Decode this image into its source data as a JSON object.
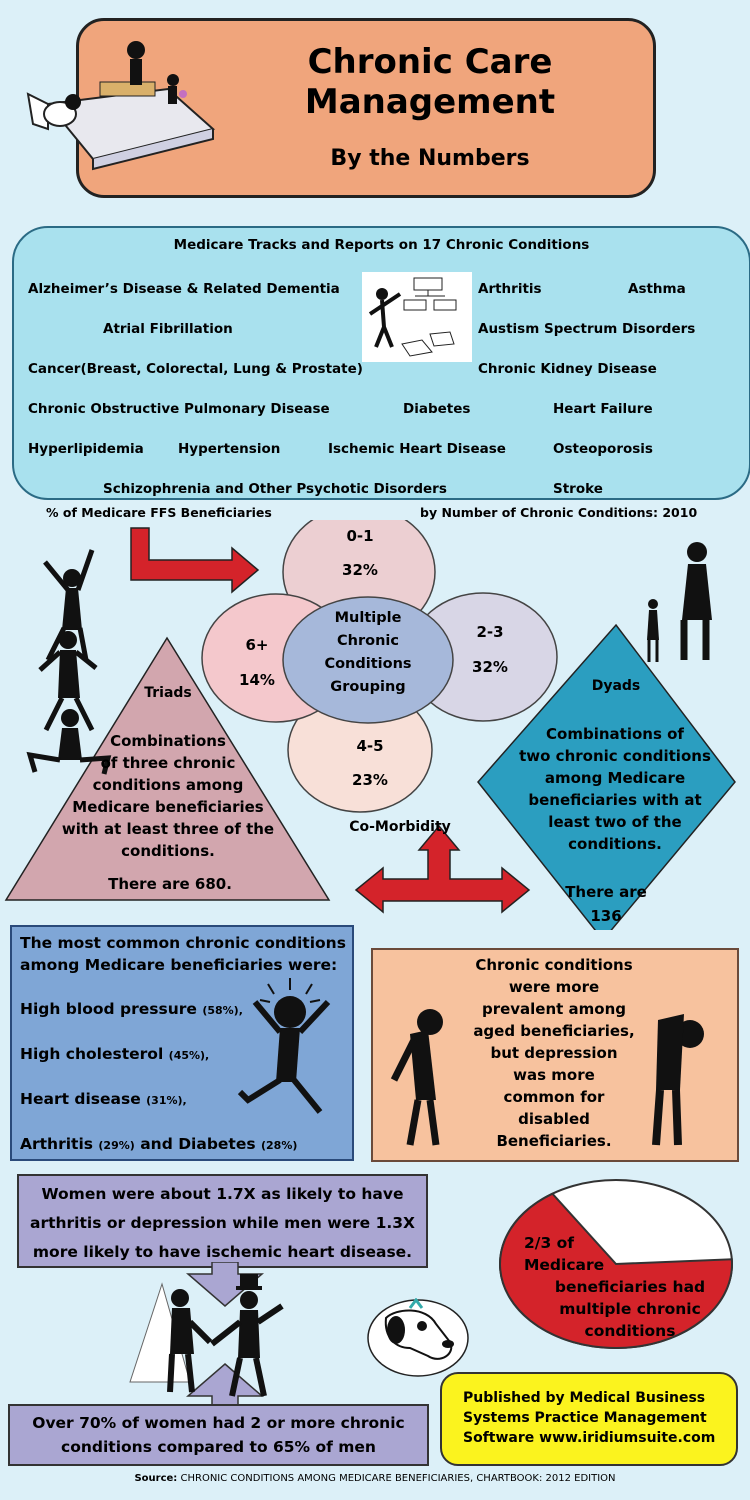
{
  "title": {
    "line1": "Chronic Care",
    "line2": "Management",
    "subtitle": "By the Numbers"
  },
  "conditions": {
    "heading": "Medicare Tracks and Reports on 17 Chronic Conditions",
    "items": [
      "Alzheimer’s Disease & Related Dementia",
      "Arthritis",
      "Asthma",
      "Atrial Fibrillation",
      "Austism Spectrum Disorders",
      "Cancer(Breast, Colorectal, Lung & Prostate)",
      "Chronic Kidney Disease",
      "Chronic Obstructive Pulmonary Disease",
      "Diabetes",
      "Heart Failure",
      "Hyperlipidemia",
      "Hypertension",
      "Ischemic Heart Disease",
      "Osteoporosis",
      "Schizophrenia and Other Psychotic Disorders",
      "Stroke"
    ]
  },
  "ffs": {
    "left_label": "% of Medicare FFS Beneficiaries",
    "right_label": "by Number of Chronic Conditions: 2010"
  },
  "grouping": {
    "center": [
      "Multiple",
      "Chronic",
      "Conditions",
      "Grouping"
    ],
    "petals": [
      {
        "range": "0-1",
        "pct": "32%",
        "color": "#eccfd2"
      },
      {
        "range": "2-3",
        "pct": "32%",
        "color": "#d8d6e6"
      },
      {
        "range": "4-5",
        "pct": "23%",
        "color": "#f8e0d8"
      },
      {
        "range": "6+",
        "pct": "14%",
        "color": "#f4c8cc"
      }
    ],
    "center_color": "#a6b8da",
    "comorbidity": "Co-Morbidity"
  },
  "triads": {
    "title": "Triads",
    "lines": [
      "Combinations",
      "of three chronic",
      "conditions among",
      "Medicare beneficiaries",
      "with at least three of the",
      "conditions."
    ],
    "count": "There are 680."
  },
  "dyads": {
    "title": "Dyads",
    "lines": [
      "Combinations of",
      "two chronic conditions",
      "among Medicare",
      "beneficiaries with at",
      "least two of the",
      "conditions."
    ],
    "count_line1": "There are",
    "count_line2": "136"
  },
  "common": {
    "heading": [
      "The most common chronic conditions",
      "among Medicare beneficiaries were:"
    ],
    "items": [
      {
        "name": "High blood pressure",
        "pct": "(58%),"
      },
      {
        "name": "High cholesterol",
        "pct": "(45%),"
      },
      {
        "name": "Heart disease",
        "pct": "(31%),"
      }
    ],
    "last_name1": "Arthritis",
    "last_pct1": "(29%)",
    "last_and": "and Diabetes",
    "last_pct2": "(28%)"
  },
  "aged": {
    "lines": [
      "Chronic conditions",
      "were more",
      "prevalent among",
      "aged beneficiaries,",
      "but depression",
      "was more",
      "common for",
      "disabled",
      "Beneficiaries."
    ]
  },
  "women": {
    "lines": [
      "Women were about 1.7X as likely to have",
      "arthritis or depression while men were 1.3X",
      "more likely to have ischemic heart disease."
    ]
  },
  "pie": {
    "fraction": 0.6667,
    "lines": [
      "2/3  of",
      "Medicare",
      "beneficiaries had",
      "multiple chronic",
      "conditions"
    ],
    "fill": "#d4232a"
  },
  "over70": {
    "lines": [
      "Over 70% of women had 2 or more chronic",
      "conditions compared to 65% of men"
    ]
  },
  "publisher": {
    "lines": [
      "Published by Medical Business",
      "Systems Practice Management",
      "Software www.iridiumsuite.com"
    ]
  },
  "source": {
    "label": "Source:",
    "text": "CHRONIC CONDITIONS AMONG MEDICARE BENEFICIARIES, CHARTBOOK: 2012 EDITION"
  },
  "colors": {
    "arrow_red": "#d4232a",
    "triad": "#d2a6ae",
    "dyad": "#2b9ec0"
  }
}
